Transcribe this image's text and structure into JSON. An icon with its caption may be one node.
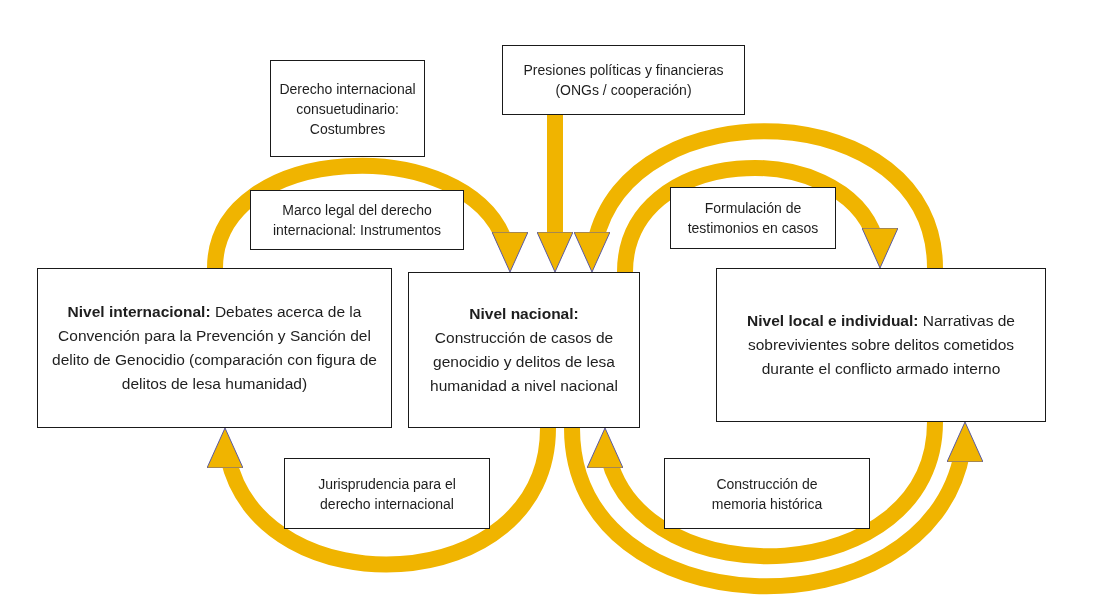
{
  "diagram": {
    "nodes": [
      {
        "text": [
          "Derecho internacional consuetudinario: Costumbres"
        ]
      },
      {
        "text": [
          "Presiones políticas y financieras (ONGs / cooperación)"
        ]
      },
      {
        "text": [
          "Marco legal del derecho internacional: Instrumentos"
        ]
      },
      {
        "text": [
          "Formulación de testimonios en casos"
        ]
      },
      {
        "text": [
          "**Nivel internacional:** Debates acerca de la Convención para la Prevención y Sanción del delito de Genocidio (comparación con figura de delitos de lesa humanidad)"
        ]
      },
      {
        "text": [
          "Nivel nacional:",
          "Construcción de casos de genocidio y delitos de lesa humanidad a nivel nacional"
        ]
      },
      {
        "text": [
          "**Nivel local e individual:** Narrativas de sobrevivientes sobre delitos cometidos durante el conflicto armado interno"
        ]
      },
      {
        "text": [
          "Jurisprudencia para el derecho internacional"
        ]
      },
      {
        "text": [
          "Construcción de memoria histórica"
        ]
      }
    ],
    "edges": [
      {
        "from": 4,
        "to": 5,
        "arrow": "to"
      },
      {
        "from": 1,
        "to": 5,
        "arrow": "to"
      },
      {
        "from": 6,
        "to": 5,
        "arrow": "to"
      },
      {
        "from": 5,
        "to": 6,
        "arrow": "to"
      },
      {
        "from": 5,
        "to": 4,
        "arrow": "to"
      },
      {
        "from": 6,
        "to": 5,
        "arrow": "to"
      },
      {
        "from": 5,
        "to": 6,
        "arrow": "to"
      }
    ]
  }
}
